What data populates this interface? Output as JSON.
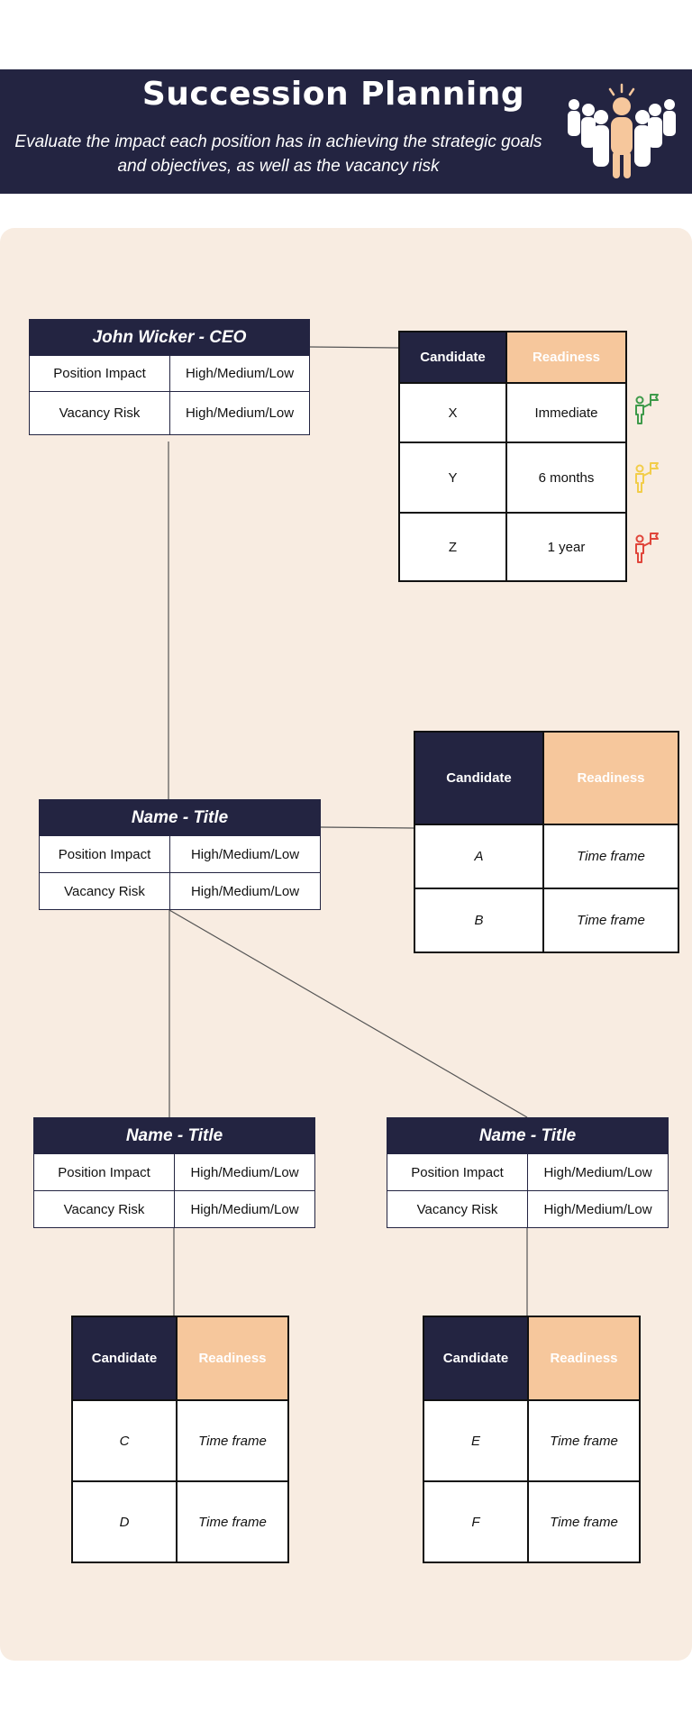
{
  "header": {
    "title": "Succession Planning",
    "subtitle": "Evaluate the impact each position has in achieving the strategic goals and objectives, as well as the vacancy risk"
  },
  "colors": {
    "navy": "#232441",
    "peach": "#f6c79c",
    "panel": "#f8ece1",
    "green": "#3e9a4a",
    "yellow": "#f2cd4a",
    "red": "#e0453a"
  },
  "positions": [
    {
      "title": "John Wicker - CEO",
      "impact_label": "Position Impact",
      "impact_value": "High/Medium/Low",
      "risk_label": "Vacancy Risk",
      "risk_value": "High/Medium/Low"
    },
    {
      "title": "Name - Title",
      "impact_label": "Position Impact",
      "impact_value": "High/Medium/Low",
      "risk_label": "Vacancy Risk",
      "risk_value": "High/Medium/Low"
    },
    {
      "title": "Name - Title",
      "impact_label": "Position Impact",
      "impact_value": "High/Medium/Low",
      "risk_label": "Vacancy Risk",
      "risk_value": "High/Medium/Low"
    },
    {
      "title": "Name - Title",
      "impact_label": "Position Impact",
      "impact_value": "High/Medium/Low",
      "risk_label": "Vacancy Risk",
      "risk_value": "High/Medium/Low"
    }
  ],
  "candidate_tables": [
    {
      "col1": "Candidate",
      "col2": "Readiness",
      "rows": [
        {
          "candidate": "X",
          "readiness": "Immediate",
          "status": "green"
        },
        {
          "candidate": "Y",
          "readiness": "6 months",
          "status": "yellow"
        },
        {
          "candidate": "Z",
          "readiness": "1 year",
          "status": "red"
        }
      ]
    },
    {
      "col1": "Candidate",
      "col2": "Readiness",
      "rows": [
        {
          "candidate": "A",
          "readiness": "Time frame"
        },
        {
          "candidate": "B",
          "readiness": "Time frame"
        }
      ]
    },
    {
      "col1": "Candidate",
      "col2": "Readiness",
      "rows": [
        {
          "candidate": "C",
          "readiness": "Time frame"
        },
        {
          "candidate": "D",
          "readiness": "Time frame"
        }
      ]
    },
    {
      "col1": "Candidate",
      "col2": "Readiness",
      "rows": [
        {
          "candidate": "E",
          "readiness": "Time frame"
        },
        {
          "candidate": "F",
          "readiness": "Time frame"
        }
      ]
    }
  ]
}
